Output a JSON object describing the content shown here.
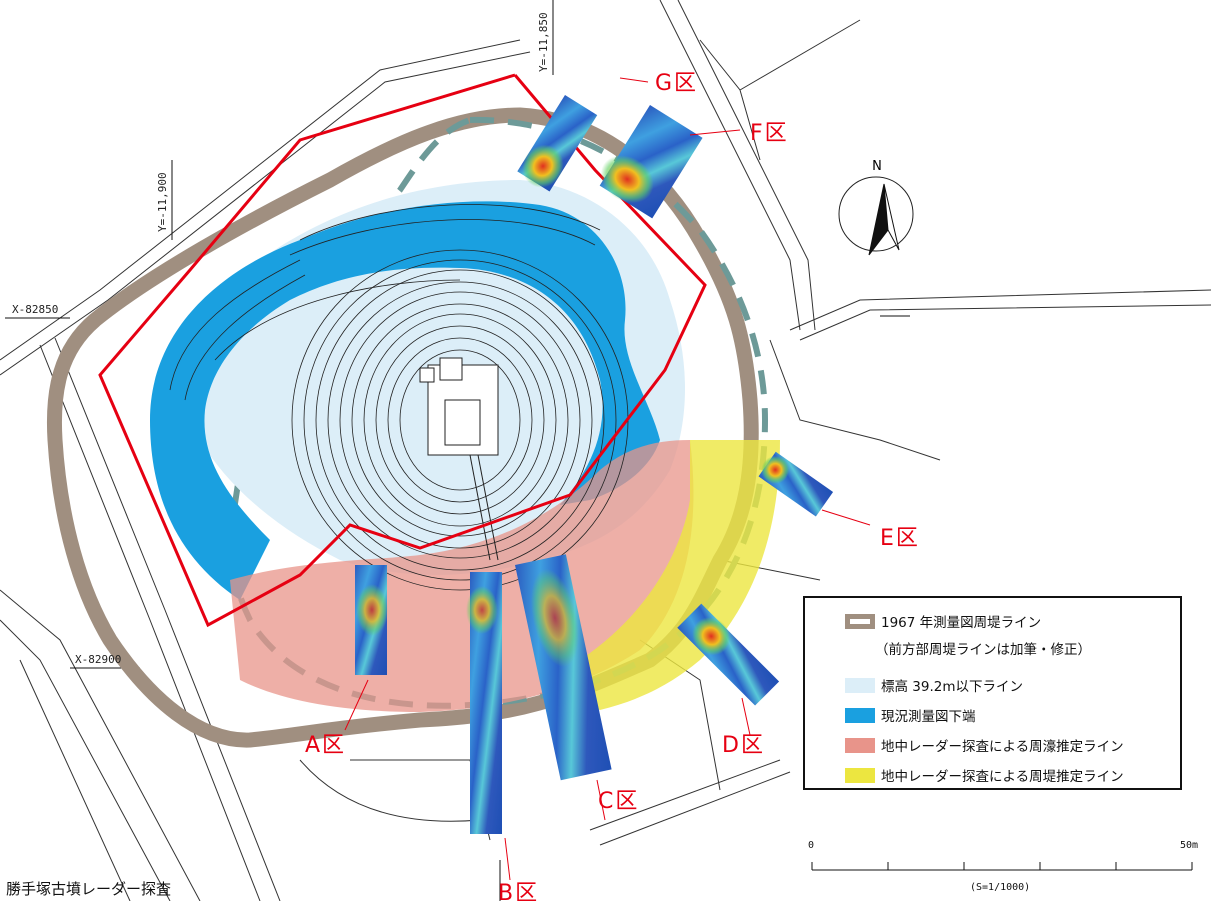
{
  "coords": {
    "y_top": "Y=-11,850",
    "y_mid": "Y=-11,900",
    "x_upper": "X-82850",
    "x_lower": "X-82900"
  },
  "north_label": "N",
  "zones": [
    {
      "id": "A",
      "label": "A区"
    },
    {
      "id": "B",
      "label": "B区"
    },
    {
      "id": "C",
      "label": "C区"
    },
    {
      "id": "D",
      "label": "D区"
    },
    {
      "id": "E",
      "label": "E区"
    },
    {
      "id": "F",
      "label": "F区"
    },
    {
      "id": "G",
      "label": "G区"
    }
  ],
  "legend": {
    "items": [
      {
        "label": "1967 年測量図周堤ライン",
        "color": "#a08f80"
      },
      {
        "label": "標高 39.2m以下ライン",
        "color": "#dceef8"
      },
      {
        "label": "現況測量図下端",
        "color": "#1aa0e0"
      },
      {
        "label": "地中レーダー探査による周濠推定ライン",
        "color": "#e8948a"
      },
      {
        "label": "地中レーダー探査による周堤推定ライン",
        "color": "#ece640"
      }
    ],
    "sub_note": "（前方部周堤ラインは加筆・修正）"
  },
  "scale": {
    "start": "0",
    "end": "50m",
    "ratio": "(S=1/1000)"
  },
  "caption": "勝手塚古墳レーダー探査",
  "colors": {
    "survey_boundary": "#e60012",
    "bank_1967": "#a08f80",
    "estimated_bank_dashed": "#6d9a98",
    "gpr_low": "#1e4fb4",
    "gpr_high": "#e03020"
  }
}
